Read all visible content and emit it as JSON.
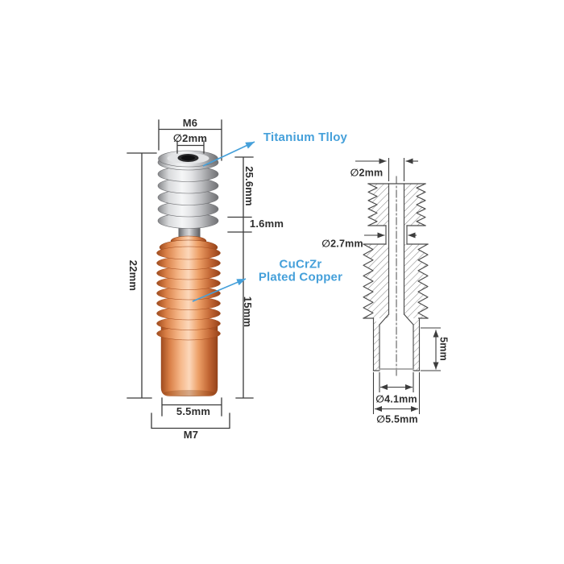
{
  "diagram": {
    "description": "Heatbreak throat dimension diagram: rendered part (left) and section drawing (right)",
    "colors": {
      "accent_blue": "#45a0da",
      "copper": "#e59a66",
      "titanium_silver": "#c9cacc",
      "dimension_line": "#3a3a3a",
      "drawing_line": "#4c4c4c",
      "background": "#ffffff"
    },
    "left_view": {
      "dimensions": {
        "thread_top": "M6",
        "bore": "∅2mm",
        "upper_length": "25.6mm",
        "neck_length": "1.6mm",
        "total_length": "22mm",
        "lower_length": "15mm",
        "lower_diameter": "5.5mm",
        "thread_bottom": "M7"
      },
      "callouts": {
        "upper_material": "Titanium Tlloy",
        "lower_material_line1": "CuCrZr",
        "lower_material_line2": "Plated Copper"
      }
    },
    "right_view": {
      "dimensions": {
        "bore": "∅2mm",
        "tube_outer": "∅2.7mm",
        "counterbore_depth": "5mm",
        "counterbore_diameter": "∅4.1mm",
        "outer_diameter": "∅5.5mm"
      }
    }
  }
}
